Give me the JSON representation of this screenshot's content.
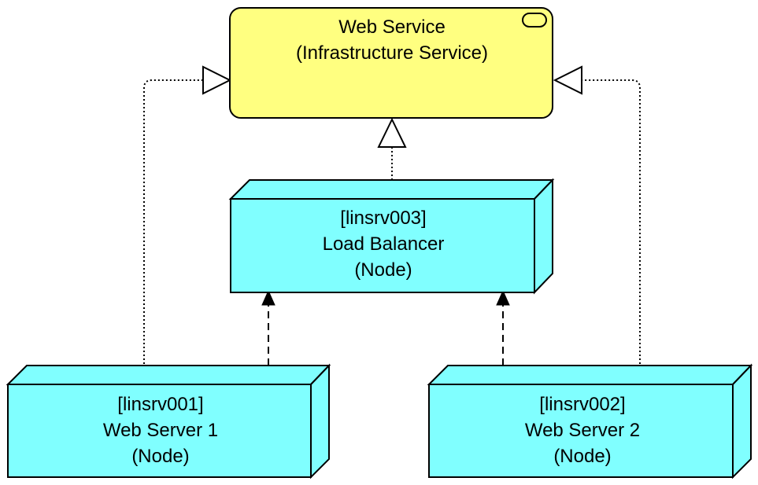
{
  "colors": {
    "service_fill": "#FFFF80",
    "node_fill": "#80FFFF",
    "stroke": "#000000",
    "background": "#FFFFFF"
  },
  "icons": {
    "service": "rounded-rectangle-service-icon",
    "realization": "hollow-triangle-arrowhead",
    "flow": "filled-triangle-arrowhead"
  },
  "elements": {
    "web_service": {
      "line1": "Web Service",
      "line2": "(Infrastructure Service)"
    },
    "load_balancer": {
      "line1": "[linsrv003]",
      "line2": "Load Balancer",
      "line3": "(Node)"
    },
    "web_server_1": {
      "line1": "[linsrv001]",
      "line2": "Web Server 1",
      "line3": "(Node)"
    },
    "web_server_2": {
      "line1": "[linsrv002]",
      "line2": "Web Server 2",
      "line3": "(Node)"
    }
  },
  "relationships": [
    {
      "from": "web_server_1",
      "to": "web_service",
      "type": "realization"
    },
    {
      "from": "load_balancer",
      "to": "web_service",
      "type": "realization"
    },
    {
      "from": "web_server_2",
      "to": "web_service",
      "type": "realization"
    },
    {
      "from": "web_server_1",
      "to": "load_balancer",
      "type": "flow"
    },
    {
      "from": "web_server_2",
      "to": "load_balancer",
      "type": "flow"
    }
  ]
}
